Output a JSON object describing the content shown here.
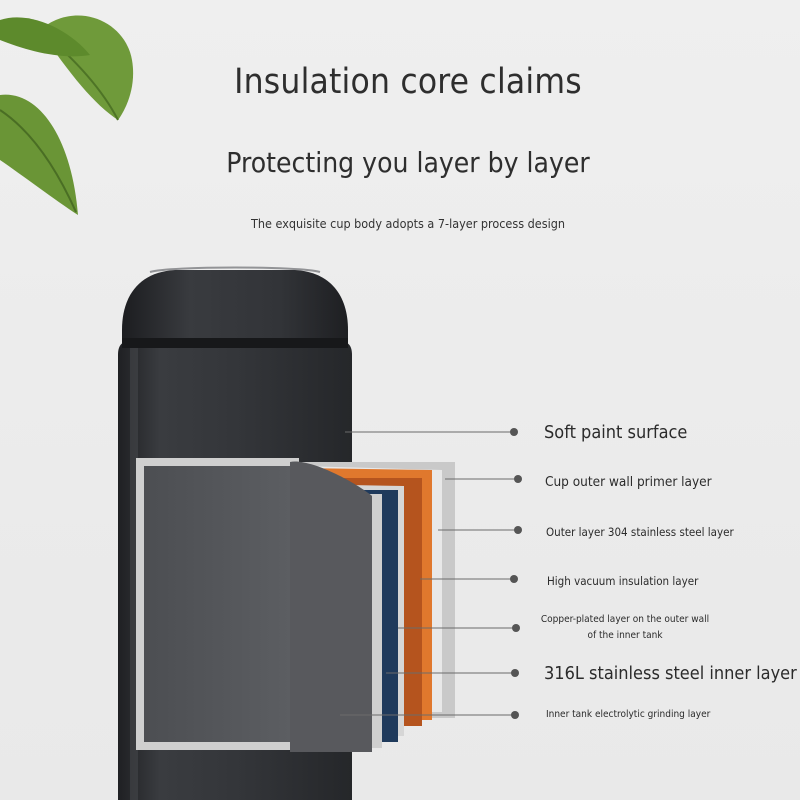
{
  "heading": {
    "title": "Insulation core claims",
    "subtitle": "Protecting you layer by layer",
    "caption": "The exquisite cup body adopts a 7-layer process design"
  },
  "layers": [
    {
      "label": "Soft paint surface"
    },
    {
      "label": "Cup outer wall primer layer"
    },
    {
      "label": "Outer layer 304 stainless steel layer"
    },
    {
      "label": "High vacuum insulation layer"
    },
    {
      "label": "Copper-plated layer on the outer wall of the inner tank"
    },
    {
      "label": "316L stainless steel inner layer"
    },
    {
      "label": "Inner tank electrolytic grinding layer"
    }
  ],
  "colors": {
    "background": "#ececec",
    "bottle": "#2f3134",
    "leaf": "#6f9a3a",
    "layer_orange": "#e0782d",
    "layer_copper": "#b5541e",
    "layer_navy": "#1f3a5c",
    "layer_silver": "#c9c9c9"
  }
}
